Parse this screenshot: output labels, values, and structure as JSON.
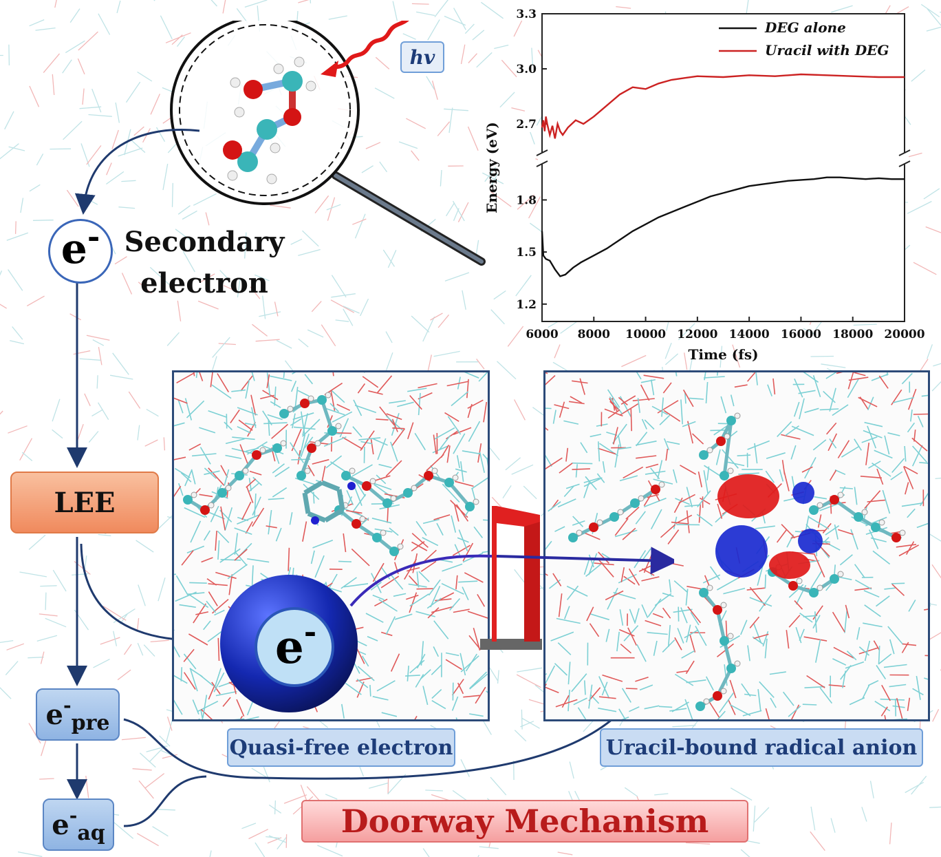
{
  "labels": {
    "hv": "hv",
    "secondary_electron_line1": "Secondary",
    "secondary_electron_line2": "electron",
    "electron_symbol": "e",
    "electron_charge": "-",
    "lee": "LEE",
    "e_pre_base": "e",
    "e_pre_sub": "pre",
    "e_aq_base": "e",
    "e_aq_sub": "aq",
    "quasi_free": "Quasi-free electron",
    "uracil_bound": "Uracil-bound radical anion",
    "doorway": "Doorway Mechanism"
  },
  "colors": {
    "arrow": "#1f3a6e",
    "lee_fill": "#f5a37c",
    "doorway_text": "#b81b1b",
    "panel_border": "#2c4a78",
    "barrier_red": "#e02020",
    "electron_blue": "#1530b8"
  },
  "chart_data": {
    "type": "line",
    "xlabel": "Time (fs)",
    "ylabel": "Energy (eV)",
    "xlim": [
      6000,
      20000
    ],
    "x_ticks": [
      6000,
      8000,
      10000,
      12000,
      14000,
      16000,
      18000,
      20000
    ],
    "y_ticks_upper": [
      2.7,
      3.0,
      3.3
    ],
    "y_ticks_lower": [
      1.2,
      1.5,
      1.8
    ],
    "ylim_upper": [
      2.55,
      3.3
    ],
    "ylim_lower": [
      1.1,
      2.0
    ],
    "axis_break": true,
    "legend_position": "top-right",
    "series": [
      {
        "name": "DEG alone",
        "color": "#111111",
        "x": [
          6000,
          6050,
          6150,
          6300,
          6500,
          6700,
          6900,
          7200,
          7500,
          8000,
          8500,
          9000,
          9500,
          10000,
          10500,
          11000,
          11500,
          12000,
          12500,
          13000,
          13500,
          14000,
          14500,
          15000,
          15500,
          16000,
          16500,
          17000,
          17500,
          18000,
          18500,
          19000,
          19500,
          20000
        ],
        "y": [
          1.62,
          1.48,
          1.46,
          1.45,
          1.4,
          1.36,
          1.37,
          1.41,
          1.44,
          1.48,
          1.52,
          1.57,
          1.62,
          1.66,
          1.7,
          1.73,
          1.76,
          1.79,
          1.82,
          1.84,
          1.86,
          1.88,
          1.89,
          1.9,
          1.91,
          1.915,
          1.92,
          1.93,
          1.93,
          1.925,
          1.92,
          1.925,
          1.92,
          1.92
        ]
      },
      {
        "name": "Uracil with DEG",
        "color": "#cc2222",
        "x": [
          6000,
          6050,
          6100,
          6150,
          6200,
          6300,
          6400,
          6500,
          6600,
          6700,
          6800,
          7000,
          7300,
          7600,
          8000,
          8500,
          9000,
          9500,
          10000,
          10500,
          11000,
          11500,
          12000,
          13000,
          14000,
          15000,
          16000,
          17000,
          18000,
          19000,
          20000
        ],
        "y": [
          2.68,
          2.72,
          2.66,
          2.74,
          2.7,
          2.64,
          2.69,
          2.62,
          2.7,
          2.66,
          2.64,
          2.68,
          2.72,
          2.7,
          2.74,
          2.8,
          2.86,
          2.9,
          2.89,
          2.92,
          2.94,
          2.95,
          2.96,
          2.955,
          2.965,
          2.96,
          2.97,
          2.965,
          2.96,
          2.955,
          2.955
        ]
      }
    ]
  }
}
